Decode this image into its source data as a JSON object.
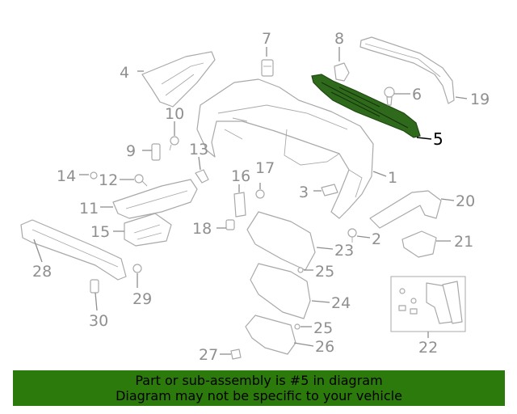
{
  "callouts": {
    "c1": "1",
    "c2": "2",
    "c3": "3",
    "c4": "4",
    "c5": "5",
    "c6": "6",
    "c7": "7",
    "c8": "8",
    "c9": "9",
    "c10": "10",
    "c11": "11",
    "c12": "12",
    "c13": "13",
    "c14": "14",
    "c15": "15",
    "c16": "16",
    "c17": "17",
    "c18": "18",
    "c19": "19",
    "c20": "20",
    "c21": "21",
    "c22": "22",
    "c23": "23",
    "c24": "24",
    "c25a": "25",
    "c25b": "25",
    "c26": "26",
    "c27": "27",
    "c28": "28",
    "c29": "29",
    "c30": "30"
  },
  "highlighted_part": "5",
  "colors": {
    "highlight": "#2f6a1c",
    "banner": "#2c7a0c",
    "line": "#a9a9a9",
    "label": "#8f8f8f"
  },
  "footer": {
    "line1": "Part or sub-assembly is #5 in diagram",
    "line2": "Diagram may not be specific to your vehicle"
  }
}
